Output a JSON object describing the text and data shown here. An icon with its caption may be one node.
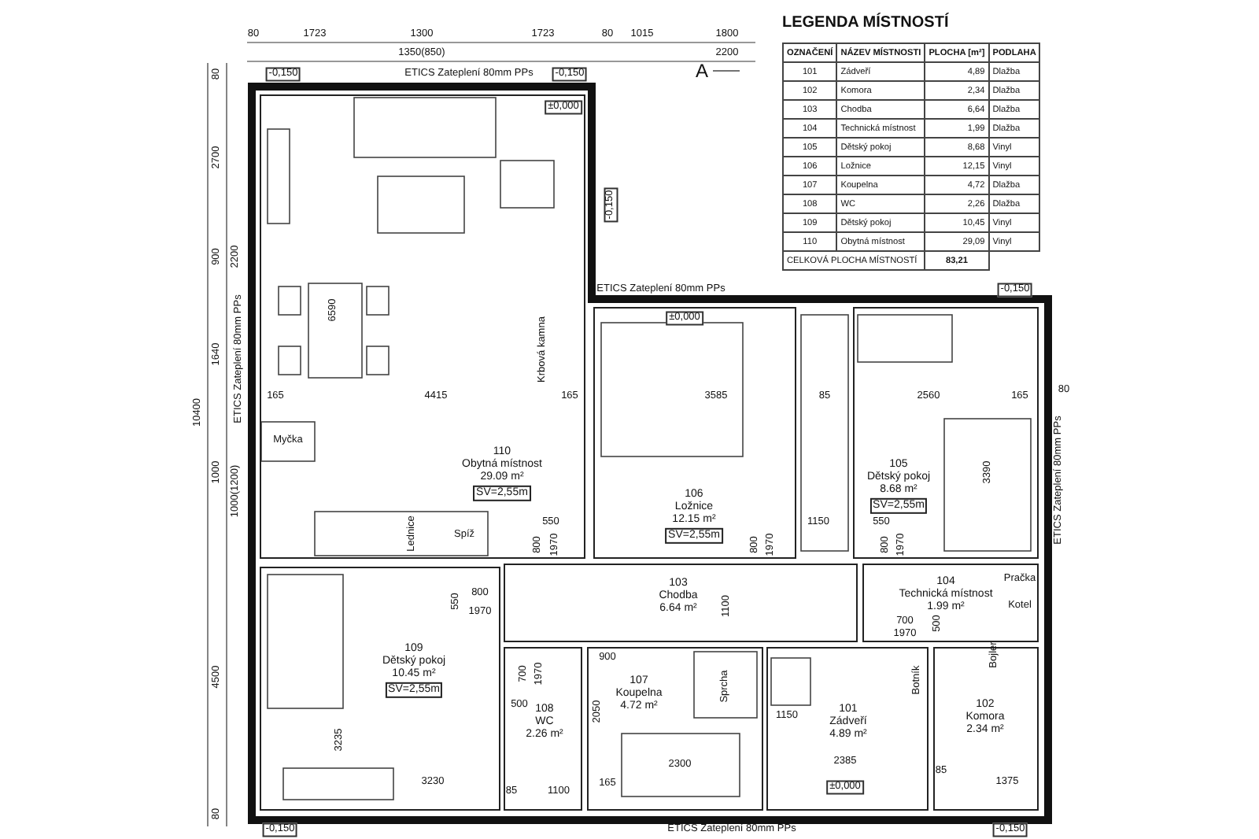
{
  "diagram": {
    "nodes": [
      {
        "text": [
          "110",
          "Obytná místnost",
          "29.09 m²",
          "SV=2,55m"
        ]
      },
      {
        "text": [
          "106",
          "Ložnice",
          "12.15 m²",
          "SV=2,55m"
        ]
      },
      {
        "text": [
          "105",
          "Dětský pokoj",
          "8.68 m²",
          "SV=2,55m"
        ]
      },
      {
        "text": [
          "103",
          "Chodba",
          "6.64 m²"
        ]
      },
      {
        "text": [
          "104",
          "Technická místnost",
          "1.99 m²"
        ]
      },
      {
        "text": [
          "109",
          "Dětský pokoj",
          "10.45 m²",
          "SV=2,55m"
        ]
      },
      {
        "text": [
          "108",
          "WC",
          "2.26 m²"
        ]
      },
      {
        "text": [
          "107",
          "Koupelna",
          "4.72 m²"
        ]
      },
      {
        "text": [
          "101",
          "Zádveří",
          "4.89 m²"
        ]
      },
      {
        "text": [
          "102",
          "Komora",
          "2.34 m²"
        ]
      }
    ],
    "labels": [
      "LEGENDA MÍSTNOSTÍ",
      "OZNAČENÍ",
      "NÁZEV MÍSTNOSTI",
      "PLOCHA [m²]",
      "PODLAHA",
      "101",
      "Zádveří",
      "4,89",
      "Dlažba",
      "102",
      "Komora",
      "2,34",
      "Dlažba",
      "103",
      "Chodba",
      "6,64",
      "Dlažba",
      "104",
      "Technická místnost",
      "1,99",
      "Dlažba",
      "105",
      "Dětský pokoj",
      "8,68",
      "Vinyl",
      "106",
      "Ložnice",
      "12,15",
      "Vinyl",
      "107",
      "Koupelna",
      "4,72",
      "Dlažba",
      "108",
      "WC",
      "2,26",
      "Dlažba",
      "109",
      "Dětský pokoj",
      "10,45",
      "Vinyl",
      "110",
      "Obytná místnost",
      "29,09",
      "Vinyl",
      "CELKOVÁ PLOCHA MÍSTNOSTÍ",
      "83,21",
      "80",
      "1723",
      "1300",
      "1723",
      "80",
      "1015",
      "1800",
      "1350(850)",
      "2200",
      "A",
      "-0,150",
      "ETICS Zateplení 80mm PPs",
      "-0,150",
      "±0,000",
      "80",
      "2700",
      "900",
      "2200",
      "-0,150",
      "ETICS Zateplení 80mm PPs",
      "-0,150",
      "6590",
      "±0,000",
      "1640",
      "ETICS Zateplení 80mm PPs",
      "Krbová kamna",
      "165",
      "4415",
      "165",
      "3585",
      "85",
      "2560",
      "165",
      "80",
      "10400",
      "ETICS Zateplení 80mm PPs",
      "Myčka",
      "1000",
      "1000(1200)",
      "3390",
      "Lednice",
      "Spíž",
      "550",
      "800",
      "1970",
      "1150",
      "550",
      "800",
      "1970",
      "800",
      "1970",
      "550",
      "800",
      "1970",
      "4500",
      "1100",
      "700",
      "1970",
      "Pračka",
      "Kotel",
      "Bojler",
      "500",
      "3235",
      "700",
      "1970",
      "500",
      "900",
      "Sprcha",
      "1150",
      "Botník",
      "2050",
      "3230",
      "85",
      "1100",
      "165",
      "2300",
      "2385",
      "±0,000",
      "85",
      "1375",
      "80",
      "-0,150",
      "ETICS Zateplení 80mm PPs",
      "-0,150"
    ]
  }
}
